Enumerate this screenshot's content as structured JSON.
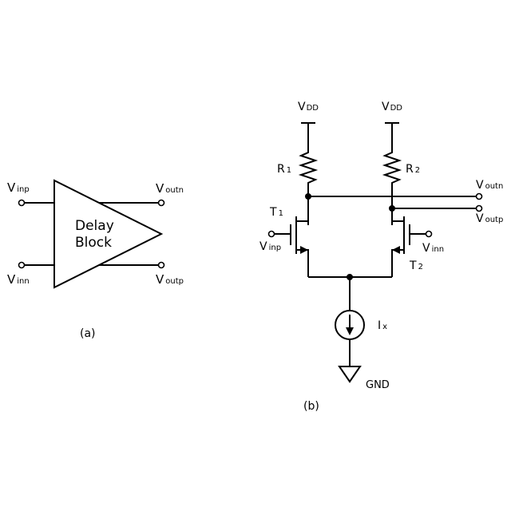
{
  "figure_a": {
    "block_label_line1": "Delay",
    "block_label_line2": "Block",
    "inputs": {
      "inp": "V",
      "inp_sub": "inp",
      "inn": "V",
      "inn_sub": "inn"
    },
    "outputs": {
      "outn": "V",
      "outn_sub": "outn",
      "outp": "V",
      "outp_sub": "outp"
    },
    "caption": "(a)"
  },
  "figure_b": {
    "vdd_left": "V",
    "vdd_left_sub": "DD",
    "vdd_right": "V",
    "vdd_right_sub": "DD",
    "r1": "R",
    "r1_sub": "1",
    "r2": "R",
    "r2_sub": "2",
    "t1": "T",
    "t1_sub": "1",
    "t2": "T",
    "t2_sub": "2",
    "vinp": "V",
    "vinp_sub": "inp",
    "vinn": "V",
    "vinn_sub": "inn",
    "voutn": "V",
    "voutn_sub": "outn",
    "voutp": "V",
    "voutp_sub": "outp",
    "ix": "I",
    "ix_sub": "x",
    "gnd": "GND",
    "caption": "(b)"
  }
}
